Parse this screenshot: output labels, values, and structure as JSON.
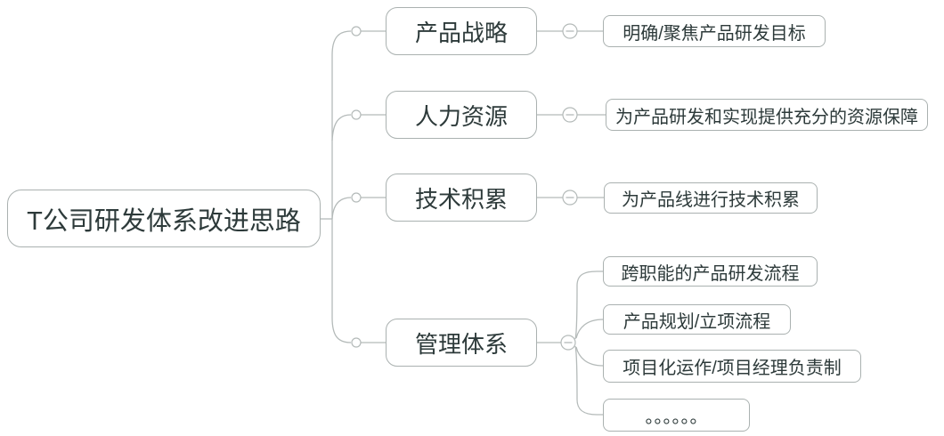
{
  "diagram": {
    "type": "mindmap",
    "root": {
      "label": "T公司研发体系改进思路"
    },
    "branches": [
      {
        "label": "产品战略",
        "children": [
          {
            "label": "明确/聚焦产品研发目标"
          }
        ]
      },
      {
        "label": "人力资源",
        "children": [
          {
            "label": "为产品研发和实现提供充分的资源保障"
          }
        ]
      },
      {
        "label": "技术积累",
        "children": [
          {
            "label": "为产品线进行技术积累"
          }
        ]
      },
      {
        "label": "管理体系",
        "children": [
          {
            "label": "跨职能的产品研发流程"
          },
          {
            "label": "产品规划/立项流程"
          },
          {
            "label": "项目化运作/项目经理负责制"
          },
          {
            "label": "。。。。。。"
          }
        ]
      }
    ],
    "icons": {
      "collapse": "minus-circle-icon",
      "junction": "dot-icon"
    },
    "colors": {
      "background": "#ffffff",
      "text_color": "#2d3a3a",
      "border_color": "#aab1b0",
      "line_color": "#b4bab9"
    }
  }
}
